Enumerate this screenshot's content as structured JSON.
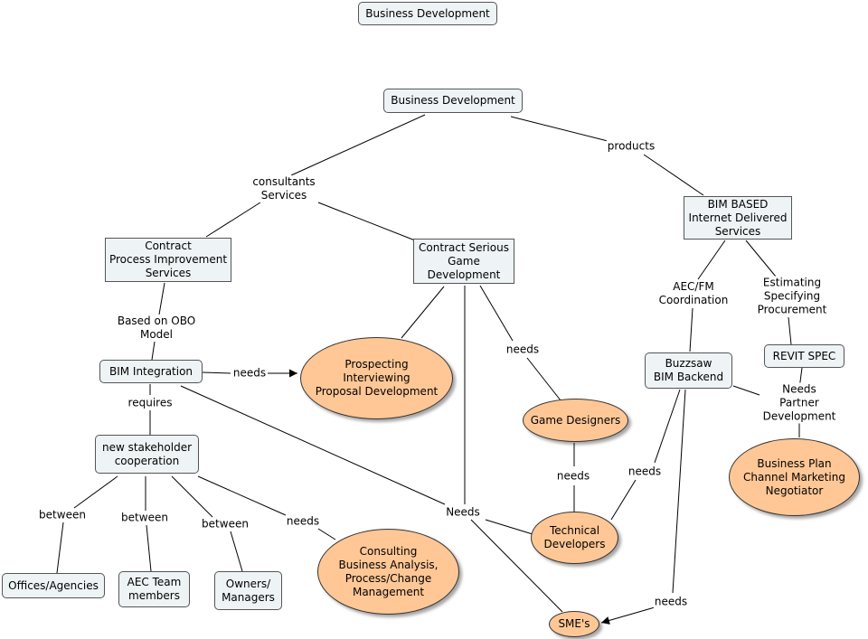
{
  "title": "Business Development",
  "nodes": {
    "root": "Business Development",
    "contract_process": "Contract\nProcess Improvement\nServices",
    "contract_game": "Contract Serious\nGame\nDevelopment",
    "bim_based": "BIM BASED\nInternet Delivered\nServices",
    "bim_integration": "BIM Integration",
    "prospecting": "Prospecting\nInterviewing\nProposal Development",
    "game_designers": "Game Designers",
    "buzzsaw": "Buzzsaw\nBIM Backend",
    "revit_spec": "REVIT SPEC",
    "stakeholder": "new stakeholder\ncooperation",
    "business_plan": "Business Plan\nChannel Marketing\nNegotiator",
    "technical_devs": "Technical\nDevelopers",
    "offices": "Offices/Agencies",
    "aec_team": "AEC Team\nmembers",
    "owners": "Owners/\nManagers",
    "consulting": "Consulting\nBusiness Analysis,\nProcess/Change\nManagement",
    "smes": "SME's"
  },
  "links": {
    "consultants_services": "consultants\nServices",
    "products": "products",
    "based_on_obo": "Based on OBO\nModel",
    "needs_prospecting": "needs",
    "needs_game_designers": "needs",
    "aec_fm": "AEC/FM\nCoordination",
    "estimating": "Estimating\nSpecifying\nProcurement",
    "requires": "requires",
    "needs_partner": "Needs Partner\nDevelopment",
    "needs_technical": "needs",
    "needs_buzzsaw_tech": "needs",
    "between_offices": "between",
    "between_aec": "between",
    "between_owners": "between",
    "needs_consulting": "needs",
    "needs_central": "Needs",
    "needs_smes": "needs"
  }
}
